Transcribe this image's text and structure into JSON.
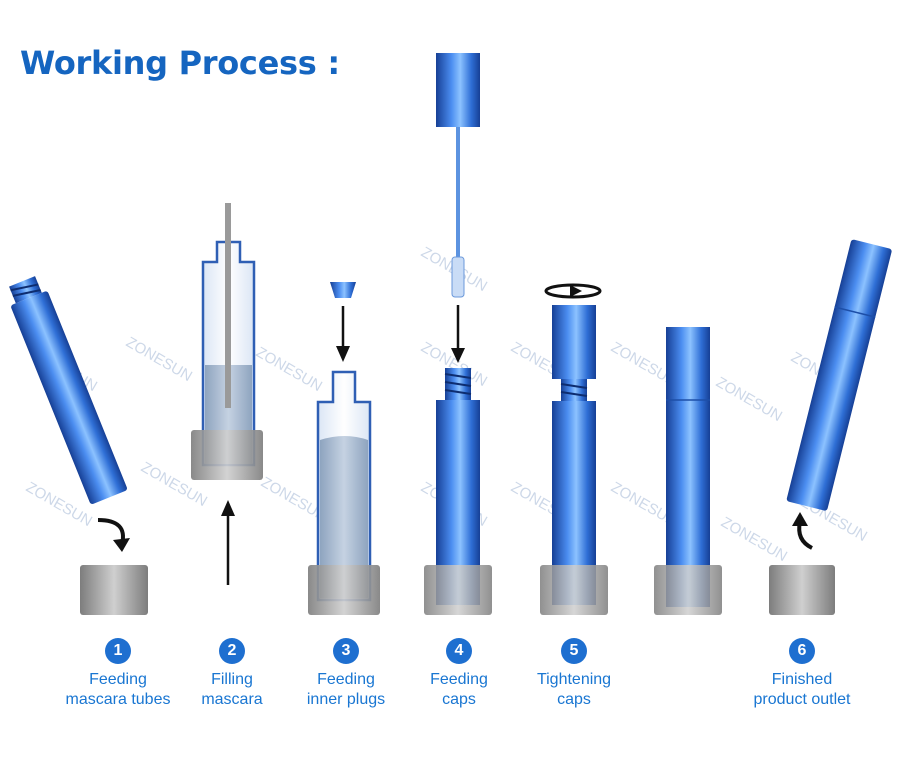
{
  "title": "Working Process :",
  "watermark": "ZONESUN",
  "colors": {
    "tube": "#2f6fd6",
    "tube_light": "#8cc2ff",
    "tube_dark": "#163f95",
    "holder": "#9a9a9a",
    "text": "#1976d2",
    "title": "#1565c0"
  },
  "steps": [
    {
      "number": "1",
      "line1": "Feeding",
      "line2": "mascara tubes"
    },
    {
      "number": "2",
      "line1": "Filling",
      "line2": "mascara"
    },
    {
      "number": "3",
      "line1": "Feeding",
      "line2": "inner plugs"
    },
    {
      "number": "4",
      "line1": "Feeding",
      "line2": "caps"
    },
    {
      "number": "5",
      "line1": "Tightening",
      "line2": "caps"
    },
    {
      "number": "6",
      "line1": "Finished",
      "line2": "product outlet"
    }
  ]
}
